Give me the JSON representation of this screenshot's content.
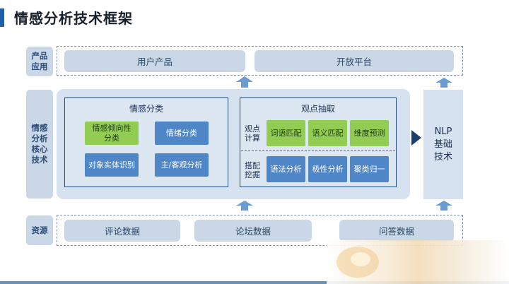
{
  "title": "情感分析技术框架",
  "rows": {
    "product": {
      "label": "产品\n应用",
      "items": [
        "用户产品",
        "开放平台"
      ]
    },
    "core": {
      "label": "情感\n分析\n核心\n技术",
      "sentiment_classification": {
        "title": "情感分类",
        "items": [
          "情感倾向性\n分类",
          "情绪分类",
          "对象实体识别",
          "主/客观分析"
        ]
      },
      "opinion_extraction": {
        "title": "观点抽取",
        "row1_label": "观点\n计算",
        "row1_items": [
          "词语匹配",
          "语义匹配",
          "维度预测"
        ],
        "row2_label": "搭配\n挖掘",
        "row2_items": [
          "语法分析",
          "极性分析",
          "聚类归一"
        ]
      },
      "nlp": "NLP\n基础\n技术"
    },
    "resource": {
      "label": "资源",
      "items": [
        "评论数据",
        "论坛数据",
        "问答数据"
      ]
    }
  },
  "colors": {
    "accent": "#1f5fa8",
    "box_blue": "#4f86c8",
    "box_green": "#92cc53",
    "panel": "#d6e2ef",
    "label": "#c9d7e7",
    "arrow": "#6b9bd3"
  },
  "icons": [
    "up-arrow-icon",
    "right-arrow-icon"
  ]
}
